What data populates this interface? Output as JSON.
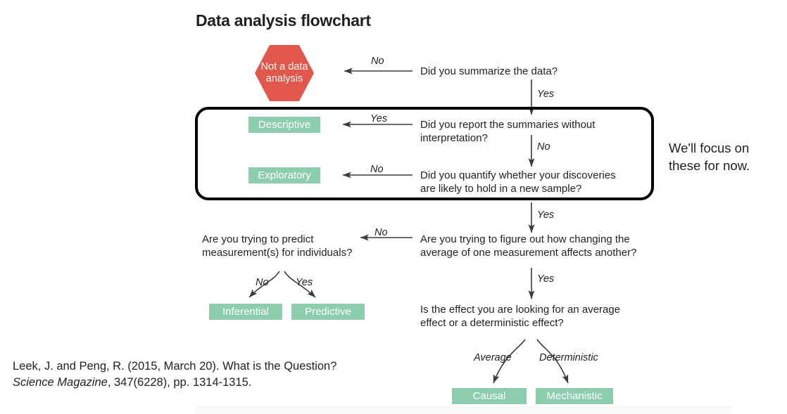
{
  "page": {
    "title": "Data analysis flowchart",
    "background": "#ffffff",
    "accent_green": "#8ccdae",
    "accent_red": "#e1574b",
    "text_color": "#231f20"
  },
  "terminal": {
    "not_a_data_analysis": "Not a\ndata\nanalysis"
  },
  "questions": {
    "q1": "Did you summarize the data?",
    "q2": "Did you report the summaries without\ninterpretation?",
    "q3": "Did you quantify whether your discoveries\nare likely to hold in a new sample?",
    "q4": "Are you trying to figure out how changing the\naverage of one measurement affects another?",
    "q5": "Are you trying to predict\nmeasurement(s) for individuals?",
    "q6": "Is the effect you are looking for an average\neffect or a deterministic effect?"
  },
  "results": {
    "descriptive": "Descriptive",
    "exploratory": "Exploratory",
    "inferential": "Inferential",
    "predictive": "Predictive",
    "causal": "Causal",
    "mechanistic": "Mechanistic"
  },
  "edges": {
    "e1_no": "No",
    "e1_yes": "Yes",
    "e2_yes": "Yes",
    "e2_no": "No",
    "e3_no": "No",
    "e3_yes": "Yes",
    "e4_no": "No",
    "e4_yes": "Yes",
    "e5_no": "No",
    "e5_yes": "Yes",
    "e6_average": "Average",
    "e6_deterministic": "Deterministic"
  },
  "annotation": {
    "focus_note": "We'll focus on\nthese for now."
  },
  "citation": {
    "line1": "Leek, J. and Peng, R. (2015, March 20). What is the Question?",
    "line2_italic": "Science Magazine",
    "line2_rest": ", 347(6228), pp. 1314-1315."
  }
}
